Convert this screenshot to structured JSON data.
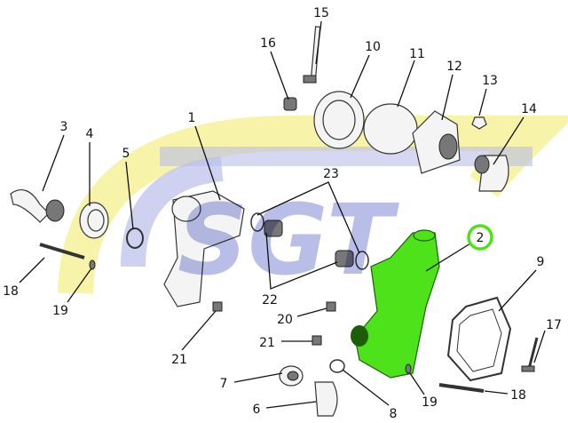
{
  "diagram": {
    "watermark": {
      "text": "SGT",
      "colors": {
        "blue": "#b9bee8",
        "yellow": "#f7f3a8"
      }
    },
    "highlight_color": "#4ee21a",
    "highlighted_part": "2",
    "labels": {
      "p15": "15",
      "p16": "16",
      "p10": "10",
      "p11": "11",
      "p12": "12",
      "p13": "13",
      "p14": "14",
      "p1": "1",
      "p3": "3",
      "p4": "4",
      "p5": "5",
      "p23": "23",
      "p2": "2",
      "p9": "9",
      "p18a": "18",
      "p19a": "19",
      "p22": "22",
      "p20": "20",
      "p21a": "21",
      "p21b": "21",
      "p17": "17",
      "p7": "7",
      "p19b": "19",
      "p18b": "18",
      "p6": "6",
      "p8": "8"
    }
  }
}
